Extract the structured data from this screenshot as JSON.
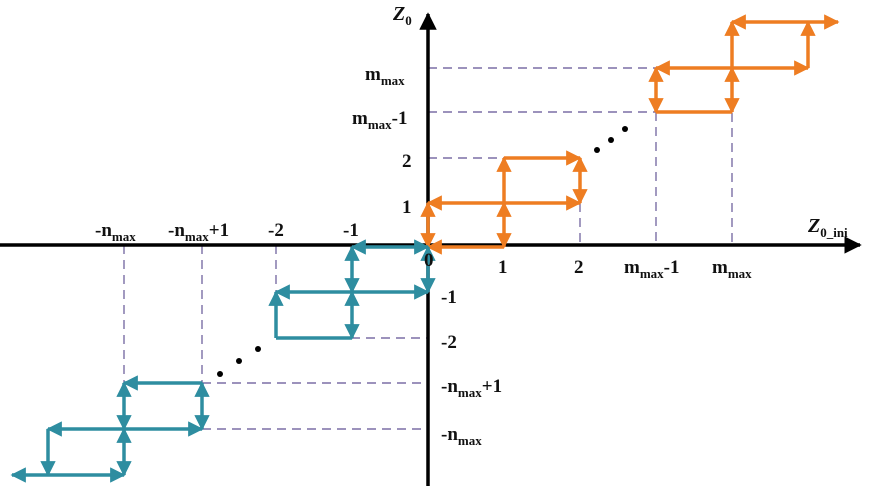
{
  "axes": {
    "x_name": "Z",
    "x_sub": "0_ini",
    "y_name": "Z",
    "y_sub": "0"
  },
  "x_ticks": {
    "origin": "0",
    "p1": "1",
    "p2": "2",
    "pmmax_minus1": {
      "main": "m",
      "sub": "max",
      "suffix": "-1"
    },
    "pmmax": {
      "main": "m",
      "sub": "max",
      "suffix": ""
    },
    "n1": "-1",
    "n2": "-2",
    "nnmax_plus1": {
      "main": "-n",
      "sub": "max",
      "suffix": "+1"
    },
    "nnmax": {
      "main": "-n",
      "sub": "max",
      "suffix": ""
    }
  },
  "y_ticks": {
    "p1": "1",
    "p2": "2",
    "pmmax_minus1": {
      "main": "m",
      "sub": "max",
      "suffix": "-1"
    },
    "pmmax": {
      "main": "m",
      "sub": "max",
      "suffix": ""
    },
    "n1": "-1",
    "n2": "-2",
    "nnmax_plus1": {
      "main": "-n",
      "sub": "max",
      "suffix": "+1"
    },
    "nnmax": {
      "main": "-n",
      "sub": "max",
      "suffix": ""
    }
  },
  "colors": {
    "axis": "#000000",
    "positive_hysteresis": "#ee7d22",
    "negative_hysteresis": "#2e8da0",
    "guide_dashes": "#7b6ea6",
    "ellipsis_dots": "#000000"
  }
}
